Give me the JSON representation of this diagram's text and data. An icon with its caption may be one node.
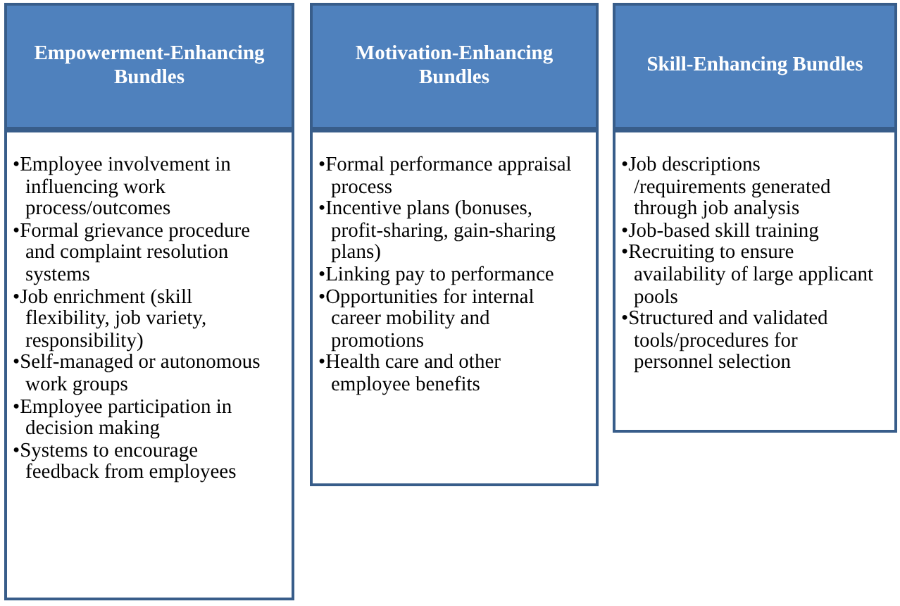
{
  "diagram": {
    "nodes": [
      {
        "text": [
          "Empowerment-Enhancing Bundles"
        ]
      },
      {
        "text": [
          "•Employee involvement in influencing work process/outcomes",
          "•Formal grievance procedure and complaint resolution systems",
          "•Job enrichment (skill flexibility, job variety, responsibility)",
          "•Self-managed or autonomous work groups",
          "•Employee participation in decision making",
          "•Systems to encourage feedback from employees"
        ]
      },
      {
        "text": [
          "Motivation-Enhancing Bundles"
        ]
      },
      {
        "text": [
          "•Formal performance appraisal process",
          "•Incentive plans (bonuses, profit-sharing, gain-sharing plans)",
          "•Linking pay to performance",
          "•Opportunities for internal career mobility and promotions",
          "•Health care and other employee benefits"
        ]
      },
      {
        "text": [
          "Skill-Enhancing Bundles"
        ]
      },
      {
        "text": [
          "•Job descriptions /requirements generated through job analysis",
          "•Job-based skill training",
          "•Recruiting to ensure availability of large applicant pools",
          "•Structured and validated tools/procedures for personnel selection"
        ]
      }
    ]
  }
}
